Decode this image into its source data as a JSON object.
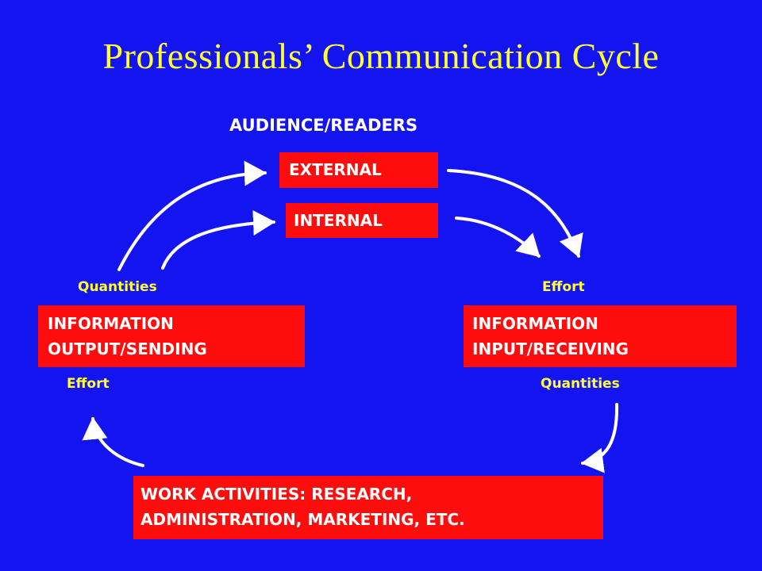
{
  "title": "Professionals’ Communication Cycle",
  "audience_label": "AUDIENCE/READERS",
  "boxes": {
    "external": "EXTERNAL",
    "internal": "INTERNAL",
    "output": [
      "INFORMATION",
      "OUTPUT/SENDING"
    ],
    "input": [
      "INFORMATION",
      "INPUT/RECEIVING"
    ],
    "work": [
      "WORK ACTIVITIES: RESEARCH,",
      "ADMINISTRATION, MARKETING, ETC."
    ]
  },
  "labels": {
    "quantities_left": "Quantities",
    "effort_right": "Effort",
    "effort_left": "Effort",
    "quantities_right": "Quantities"
  },
  "colors": {
    "background": "#1414f0",
    "box_fill": "#ff0d0d",
    "title_text": "#ffff33",
    "label_text": "#ffff33",
    "box_text": "#ffffff",
    "arrow": "#ffffff"
  }
}
